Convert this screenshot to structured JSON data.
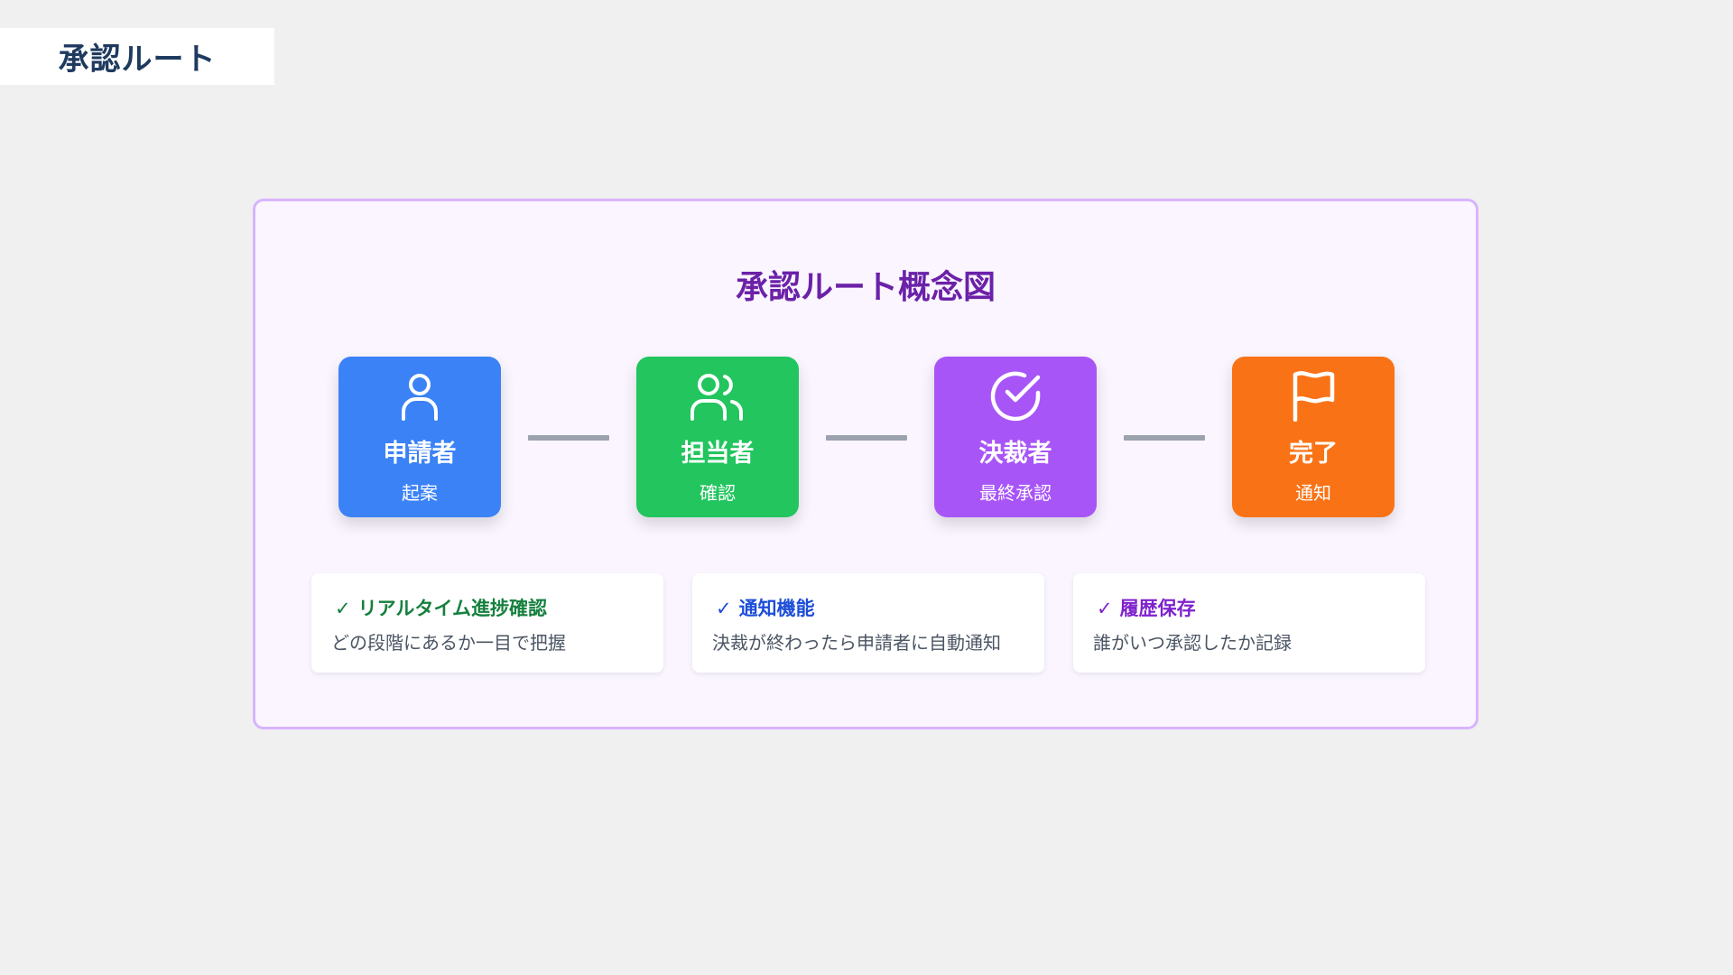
{
  "page": {
    "title": "承認ルート"
  },
  "diagram": {
    "title": "承認ルート概念図",
    "steps": [
      {
        "title": "申請者",
        "subtitle": "起案",
        "icon": "person-icon",
        "color": "#3b82f6"
      },
      {
        "title": "担当者",
        "subtitle": "確認",
        "icon": "users-icon",
        "color": "#22c55e"
      },
      {
        "title": "決裁者",
        "subtitle": "最終承認",
        "icon": "check-circle-icon",
        "color": "#a855f7"
      },
      {
        "title": "完了",
        "subtitle": "通知",
        "icon": "flag-icon",
        "color": "#f97316"
      }
    ],
    "features": [
      {
        "check": "✓",
        "title": "リアルタイム進捗確認",
        "description": "どの段階にあるか一目で把握",
        "color": "#15803d"
      },
      {
        "check": "✓",
        "title": "通知機能",
        "description": "決裁が終わったら申請者に自動通知",
        "color": "#1d4ed8"
      },
      {
        "check": "✓",
        "title": "履歴保存",
        "description": "誰がいつ承認したか記録",
        "color": "#7e22ce"
      }
    ]
  },
  "colors": {
    "background": "#f0f0f0",
    "panel_background": "#faf5ff",
    "panel_border": "#d8b4fe",
    "title_text": "#6b21a8",
    "connector": "#9ca3af"
  }
}
